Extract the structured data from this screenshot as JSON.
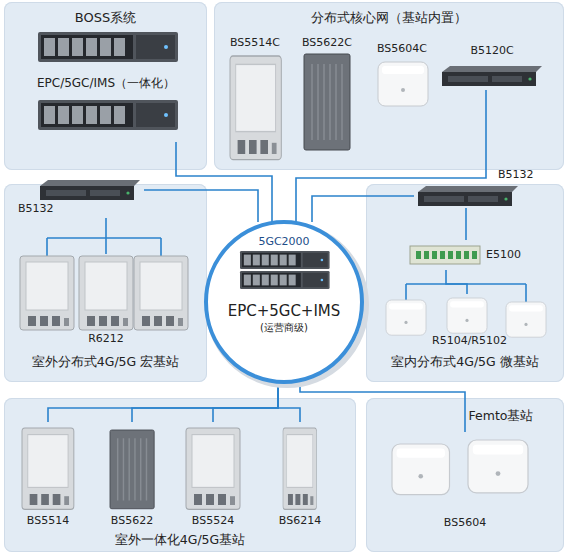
{
  "diagram": {
    "nodes": [
      {
        "text": [
          "BOSS系统"
        ]
      },
      {
        "text": [
          "EPC/5GC/IMS（一体化）"
        ],
        "in": 0
      },
      {
        "text": [
          "分布式核心网（基站内置）"
        ]
      },
      {
        "text": [
          "BS5514C"
        ],
        "in": 2
      },
      {
        "text": [
          "BS5622C"
        ],
        "in": 2
      },
      {
        "text": [
          "BS5604C"
        ],
        "in": 2
      },
      {
        "text": [
          "B5120C"
        ],
        "in": 2
      },
      {
        "text": [
          "室外分布式4G/5G 宏基站"
        ]
      },
      {
        "text": [
          "B5132"
        ],
        "in": 7
      },
      {
        "text": [
          "R6212"
        ],
        "in": 7
      },
      {
        "text": [
          "5GC2000",
          "EPC+5GC+IMS",
          "(运营商级)"
        ]
      },
      {
        "text": [
          "室内分布式4G/5G 微基站"
        ]
      },
      {
        "text": [
          "B5132"
        ],
        "in": 11
      },
      {
        "text": [
          "E5100"
        ],
        "in": 11
      },
      {
        "text": [
          "R5104/R5102"
        ],
        "in": 11
      },
      {
        "text": [
          "室外一体化4G/5G基站"
        ]
      },
      {
        "text": [
          "BS5514"
        ],
        "in": 15
      },
      {
        "text": [
          "BS5622"
        ],
        "in": 15
      },
      {
        "text": [
          "BS5524"
        ],
        "in": 15
      },
      {
        "text": [
          "BS6214"
        ],
        "in": 15
      },
      {
        "text": [
          "Femto基站"
        ]
      },
      {
        "text": [
          "BS5604"
        ],
        "in": 20
      }
    ],
    "edges": [
      {
        "from": 1,
        "to": 10,
        "arrow": "none"
      },
      {
        "from": 6,
        "to": 10,
        "arrow": "none"
      },
      {
        "from": 8,
        "to": 10,
        "arrow": "none"
      },
      {
        "from": 8,
        "to": 9,
        "arrow": "none"
      },
      {
        "from": 12,
        "to": 10,
        "arrow": "none"
      },
      {
        "from": 12,
        "to": 13,
        "arrow": "none"
      },
      {
        "from": 13,
        "to": 14,
        "arrow": "none"
      },
      {
        "from": 16,
        "to": 10,
        "arrow": "none"
      },
      {
        "from": 17,
        "to": 10,
        "arrow": "none"
      },
      {
        "from": 18,
        "to": 10,
        "arrow": "none"
      },
      {
        "from": 19,
        "to": 10,
        "arrow": "none"
      },
      {
        "from": 21,
        "to": 10,
        "arrow": "none"
      }
    ]
  }
}
